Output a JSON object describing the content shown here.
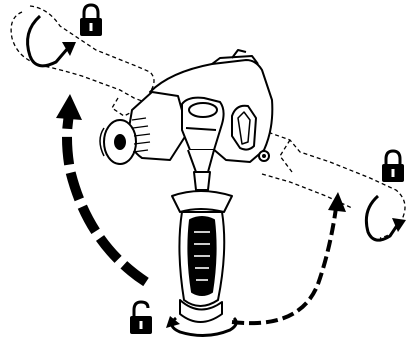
{
  "figure": {
    "title": "",
    "ink_color": "#000000",
    "paper_color": "#ffffff"
  },
  "icons": {
    "lock_top_left": {
      "name": "padlock-closed-icon",
      "state": "locked"
    },
    "lock_right": {
      "name": "padlock-closed-icon",
      "state": "locked"
    },
    "lock_bottom": {
      "name": "padlock-open-icon",
      "state": "unlocked"
    }
  },
  "labels": {}
}
